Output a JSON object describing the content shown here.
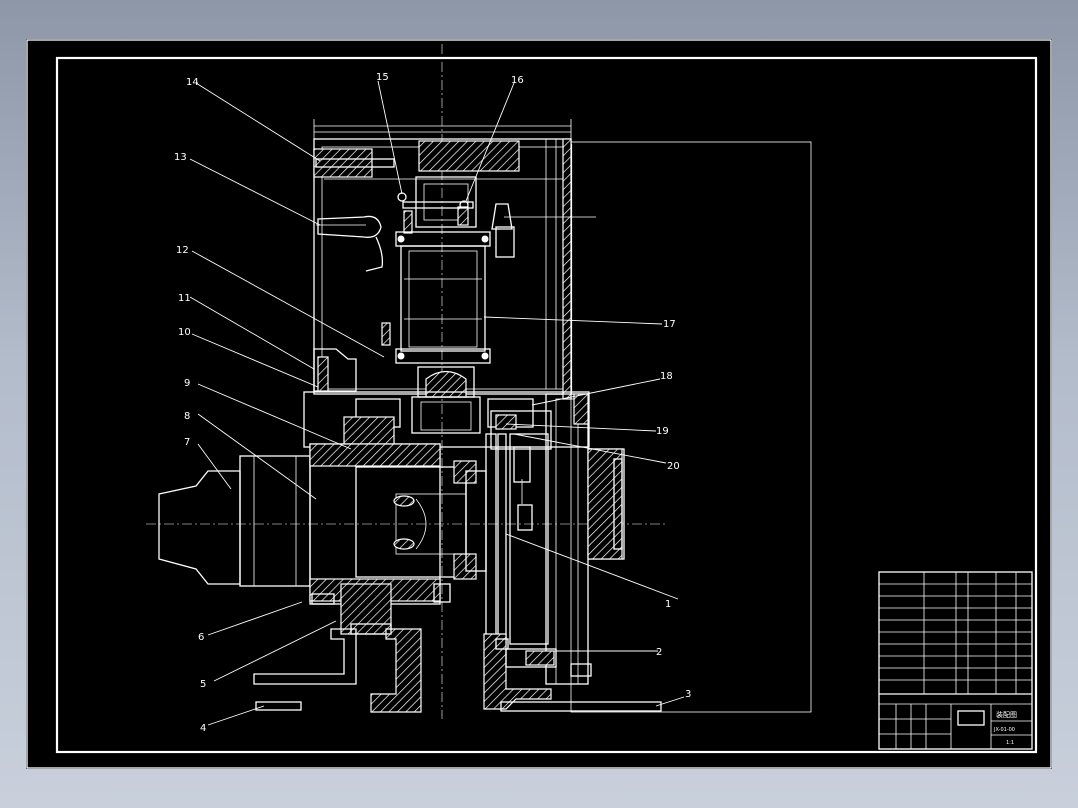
{
  "drawing": {
    "background": "#000000",
    "line_color": "#ffffff",
    "callouts": [
      {
        "number": "1"
      },
      {
        "number": "2"
      },
      {
        "number": "3"
      },
      {
        "number": "4"
      },
      {
        "number": "5"
      },
      {
        "number": "6"
      },
      {
        "number": "7"
      },
      {
        "number": "8"
      },
      {
        "number": "9"
      },
      {
        "number": "10"
      },
      {
        "number": "11"
      },
      {
        "number": "12"
      },
      {
        "number": "13"
      },
      {
        "number": "14"
      },
      {
        "number": "15"
      },
      {
        "number": "16"
      },
      {
        "number": "17"
      },
      {
        "number": "18"
      },
      {
        "number": "19"
      },
      {
        "number": "20"
      }
    ],
    "title_block": {
      "title": "装配图",
      "drawing_no": "JX-01-00",
      "scale": "1:1"
    }
  }
}
